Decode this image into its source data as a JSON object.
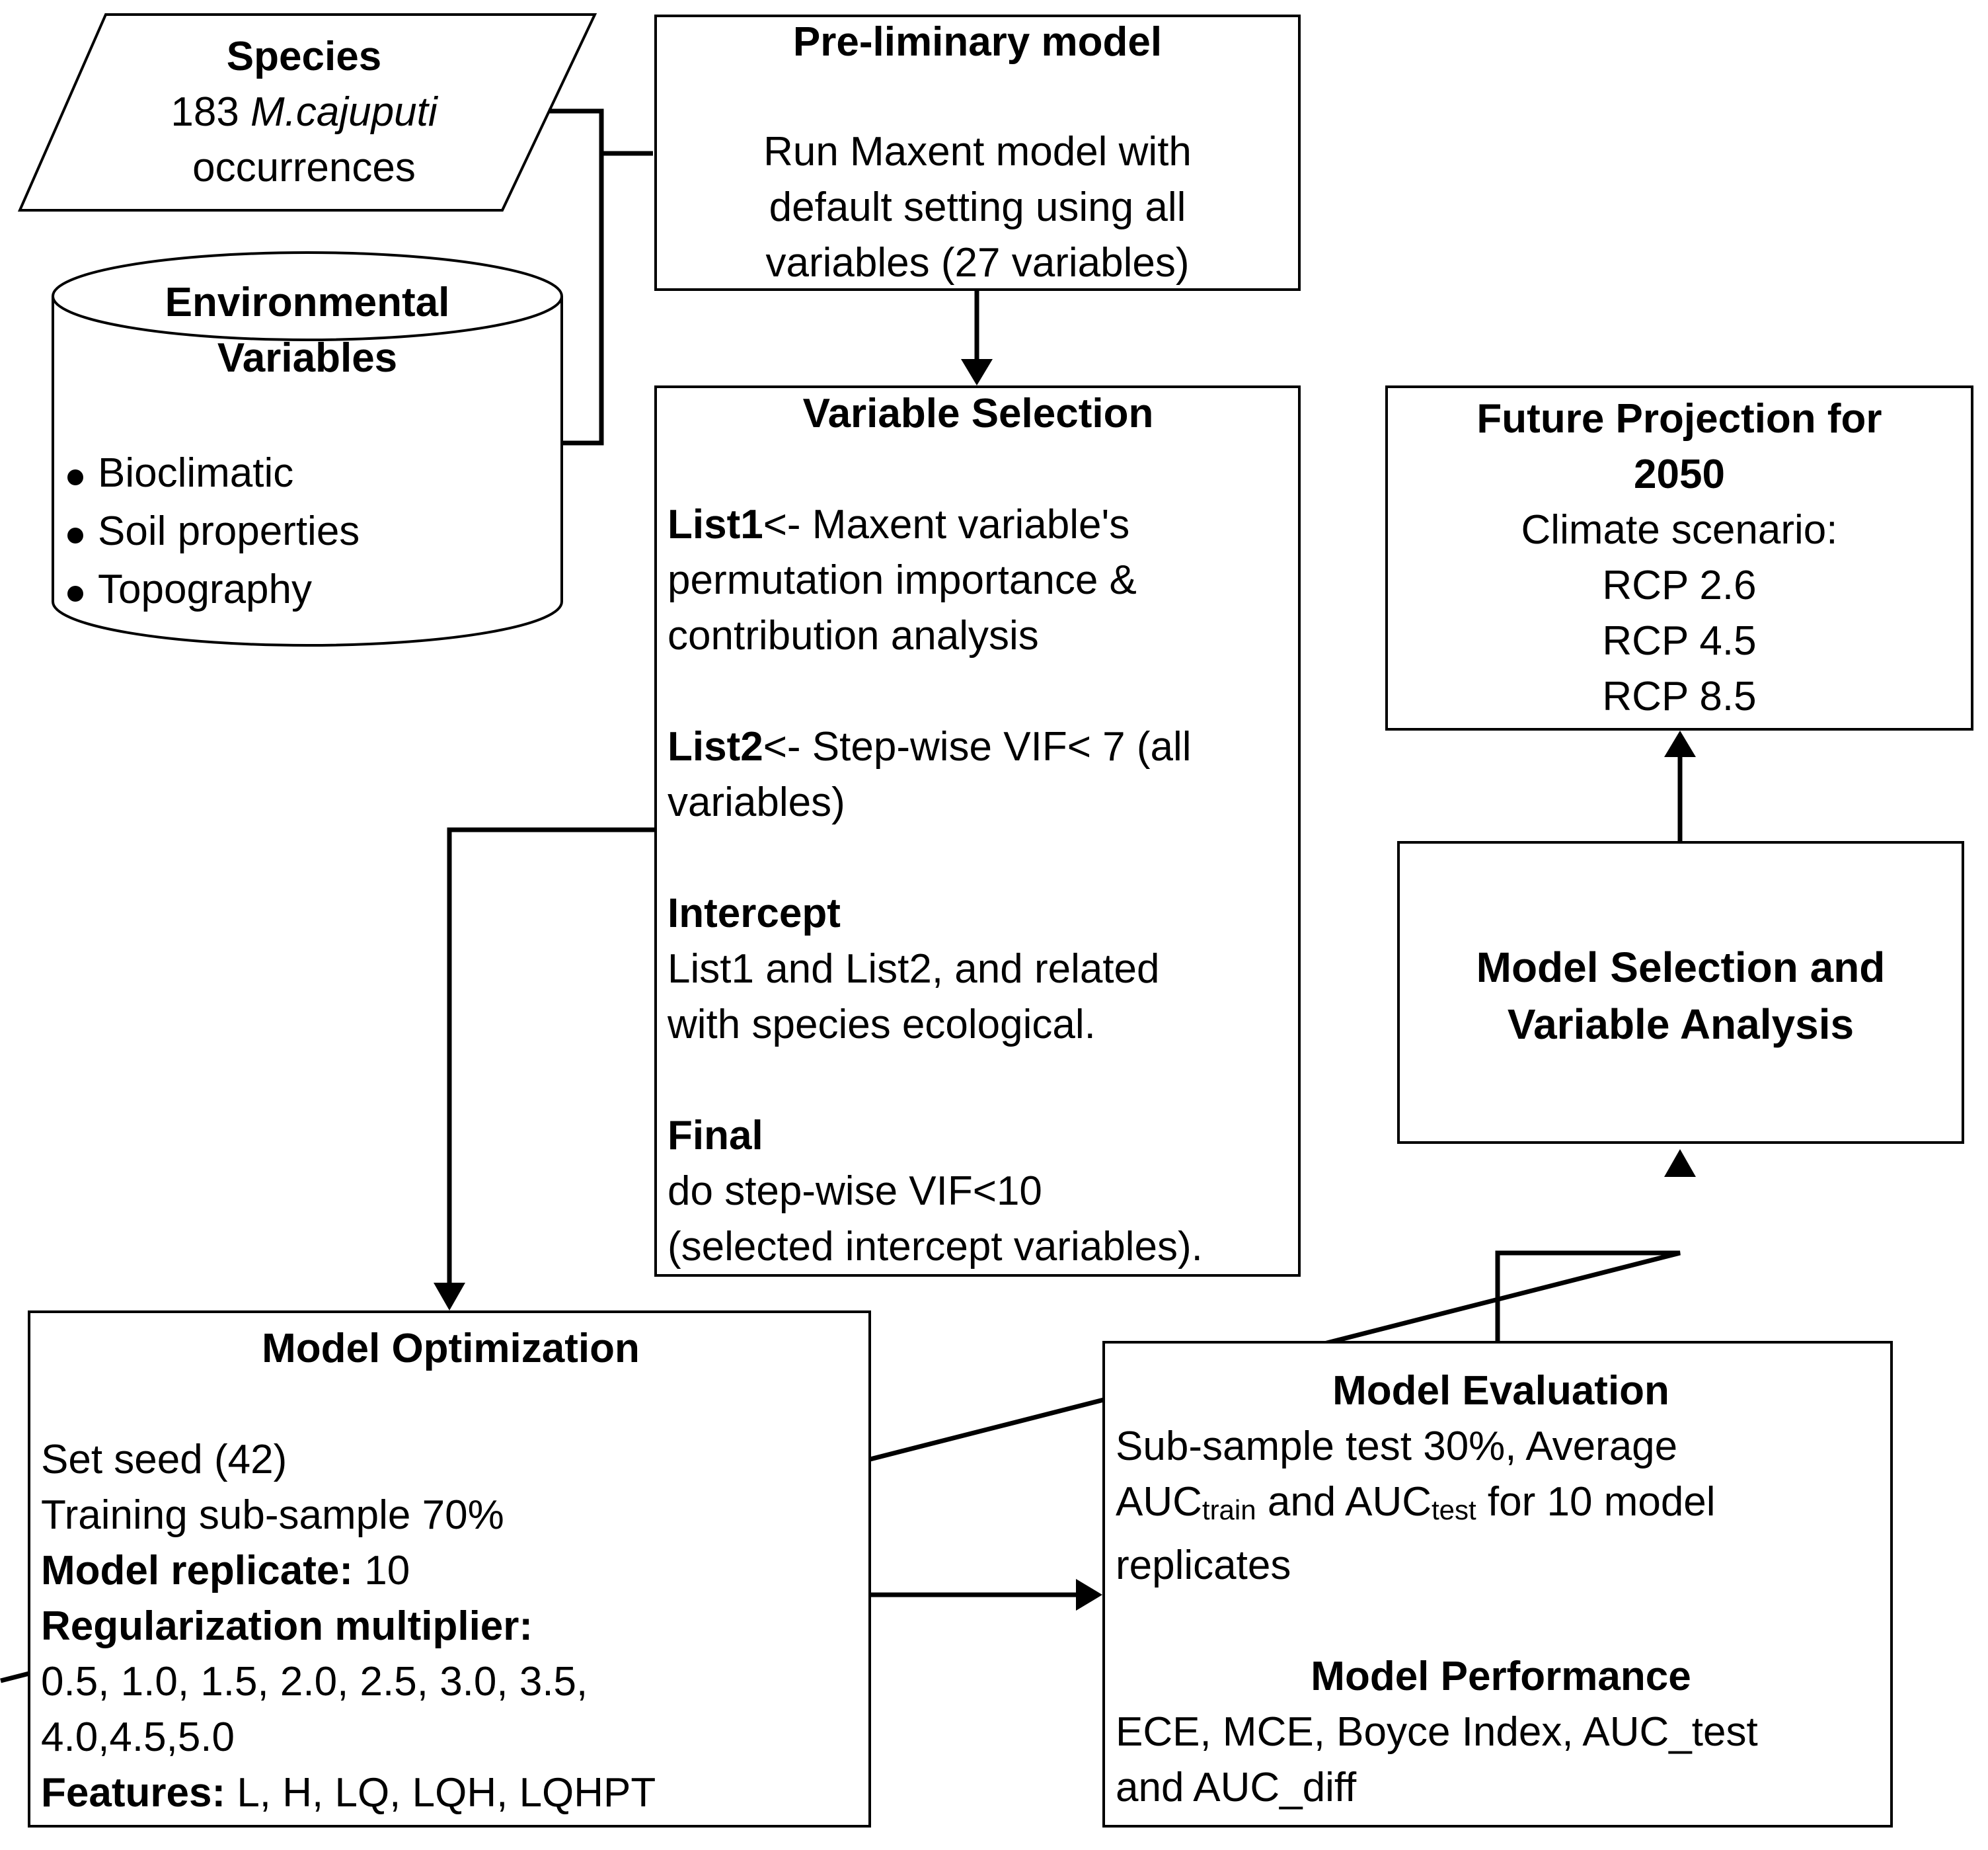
{
  "species": {
    "title": "Species",
    "count": "183",
    "name": "M.cajuputi",
    "suffix": "occurrences"
  },
  "env": {
    "title_line1": "Environmental",
    "title_line2": "Variables",
    "items": [
      "Bioclimatic",
      "Soil properties",
      "Topography"
    ]
  },
  "prelim": {
    "title": "Pre-liminary model",
    "body": [
      "Run Maxent model with",
      "default setting using all",
      "variables (27 variables)"
    ]
  },
  "varsel": {
    "title": "Variable Selection",
    "list1_label": "List1",
    "list1_text": "<- Maxent variable's",
    "list1_cont": [
      "permutation importance &",
      "contribution analysis"
    ],
    "list2_label": "List2",
    "list2_text": "<- Step-wise VIF< 7 (all",
    "list2_cont": "variables)",
    "intercept_label": "Intercept",
    "intercept_text": [
      "List1 and List2, and related",
      "with species ecological."
    ],
    "final_label": "Final",
    "final_text": [
      "do step-wise VIF<10",
      "(selected intercept variables)."
    ]
  },
  "future": {
    "title_line1": "Future Projection for",
    "title_line2": "2050",
    "scenario_label": "Climate scenario:",
    "scenarios": [
      "RCP 2.6",
      "RCP 4.5",
      "RCP 8.5"
    ]
  },
  "selection": {
    "title_line1": "Model Selection and",
    "title_line2": "Variable Analysis"
  },
  "optimization": {
    "title": "Model Optimization",
    "seed": "Set seed (42)",
    "training": "Training sub-sample 70%",
    "replicate_label": "Model replicate:",
    "replicate_value": " 10",
    "reg_label": "Regularization multiplier:",
    "reg_values": [
      "0.5, 1.0, 1.5, 2.0, 2.5, 3.0, 3.5,",
      "4.0,4.5,5.0"
    ],
    "features_label": "Features:",
    "features_value": " L, H, LQ, LQH, LQHPT"
  },
  "evaluation": {
    "title": "Model Evaluation",
    "line1": "Sub-sample test 30%, Average",
    "auc": "AUC",
    "train_sub": "train",
    "and": " and AUC",
    "test_sub": "test",
    "line2_rest": " for 10 model",
    "line3": "replicates",
    "perf_title": "Model Performance",
    "perf_text": [
      "ECE, MCE, Boyce Index, AUC_test",
      "and AUC_diff"
    ]
  }
}
